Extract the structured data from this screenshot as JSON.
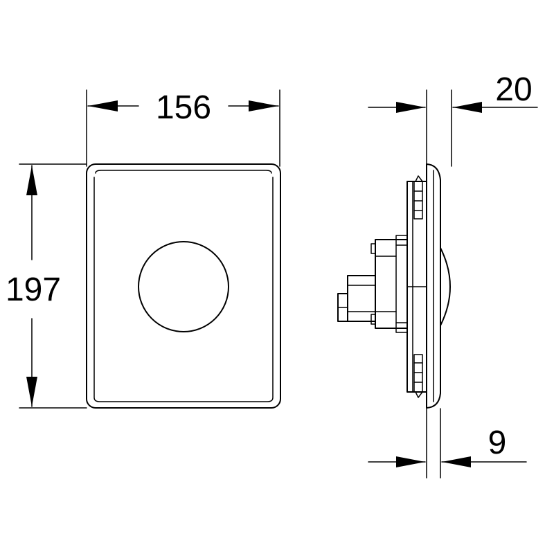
{
  "dimensions": {
    "width": "156",
    "height": "197",
    "depth_total": "20",
    "depth_plate": "9"
  }
}
